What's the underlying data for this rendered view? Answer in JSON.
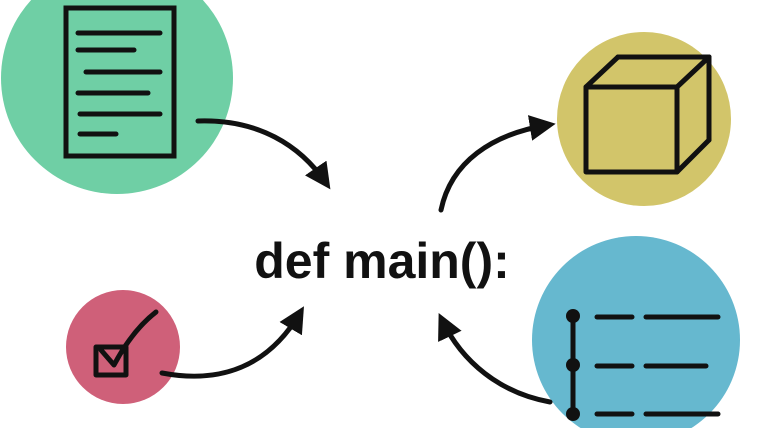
{
  "center": {
    "code": "def main():"
  },
  "nodes": [
    {
      "id": "document",
      "icon": "document-icon",
      "color": "#6fcfa5"
    },
    {
      "id": "checkbox",
      "icon": "checkbox-icon",
      "color": "#cf6079"
    },
    {
      "id": "cube",
      "icon": "cube-icon",
      "color": "#d2c56a"
    },
    {
      "id": "list",
      "icon": "list-icon",
      "color": "#66b8cf"
    }
  ],
  "colors": {
    "ink": "#111111",
    "background": "#ffffff"
  }
}
